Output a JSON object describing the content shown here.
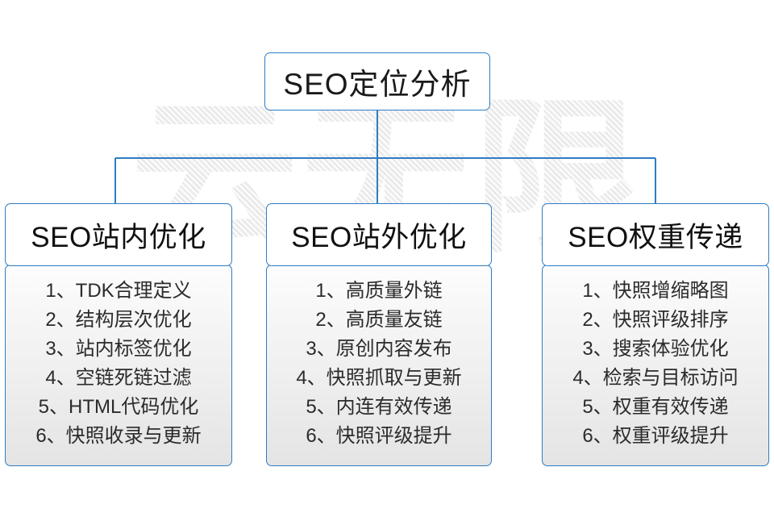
{
  "diagram": {
    "title": "SEO定位分析",
    "watermark_text": "云无限",
    "accent_color": "#2e7cc4",
    "text_color": "#1a1a1a",
    "background_color": "#ffffff",
    "columns": [
      {
        "header": "SEO站内优化",
        "items": [
          "1、TDK合理定义",
          "2、结构层次优化",
          "3、站内标签优化",
          "4、空链死链过滤",
          "5、HTML代码优化",
          "6、快照收录与更新"
        ]
      },
      {
        "header": "SEO站外优化",
        "items": [
          "1、高质量外链",
          "2、高质量友链",
          "3、原创内容发布",
          "4、快照抓取与更新",
          "5、内连有效传递",
          "6、快照评级提升"
        ]
      },
      {
        "header": "SEO权重传递",
        "items": [
          "1、快照增缩略图",
          "2、快照评级排序",
          "3、搜索体验优化",
          "4、检索与目标访问",
          "5、权重有效传递",
          "6、权重评级提升"
        ]
      }
    ]
  }
}
